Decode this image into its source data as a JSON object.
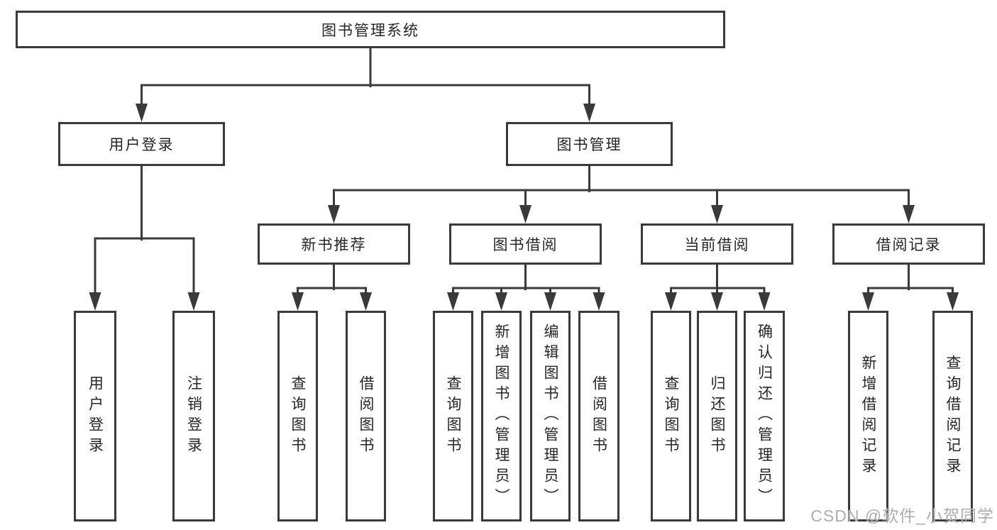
{
  "tree": {
    "label": "图书管理系统",
    "children": [
      {
        "label": "用户登录",
        "children": [
          {
            "label": "用户登录"
          },
          {
            "label": "注销登录"
          }
        ]
      },
      {
        "label": "图书管理",
        "children": [
          {
            "label": "新书推荐",
            "children": [
              {
                "label": "查询图书"
              },
              {
                "label": "借阅图书"
              }
            ]
          },
          {
            "label": "图书借阅",
            "children": [
              {
                "label": "查询图书"
              },
              {
                "label": "新增图书（管理员）"
              },
              {
                "label": "编辑图书（管理员）"
              },
              {
                "label": "借阅图书"
              }
            ]
          },
          {
            "label": "当前借阅",
            "children": [
              {
                "label": "查询图书"
              },
              {
                "label": "归还图书"
              },
              {
                "label": "确认归还（管理员）"
              }
            ]
          },
          {
            "label": "借阅记录",
            "children": [
              {
                "label": "新增借阅记录"
              },
              {
                "label": "查询借阅记录"
              }
            ]
          }
        ]
      }
    ]
  },
  "watermark": "CSDN @软件_小贺同学",
  "colors": {
    "line": "#3a3a3a",
    "text": "#262626",
    "background": "#ffffff",
    "watermark": "#aeaeae"
  }
}
